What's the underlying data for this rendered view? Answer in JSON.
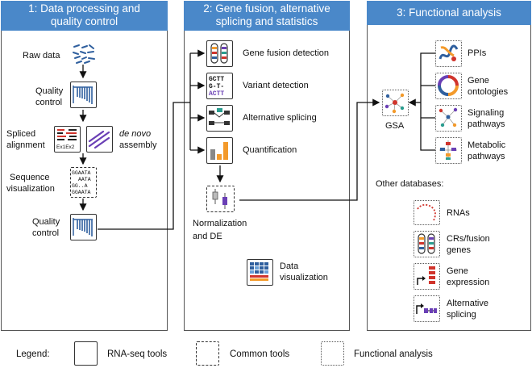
{
  "panels": {
    "p1": {
      "title_line1": "1: Data processing and",
      "title_line2": "quality control"
    },
    "p2": {
      "title_line1": "2: Gene fusion, alternative",
      "title_line2": "splicing and statistics"
    },
    "p3": {
      "title": "3: Functional analysis"
    }
  },
  "panel1": {
    "raw_data": "Raw data",
    "qc1_line1": "Quality",
    "qc1_line2": "control",
    "spliced_line1": "Spliced",
    "spliced_line2": "alignment",
    "denovo_line1": "de novo",
    "denovo_line2": "assembly",
    "seqvis_line1": "Sequence",
    "seqvis_line2": "visualization",
    "qc2_line1": "Quality",
    "qc2_line2": "control",
    "align_icon_text": "Ex1Ex2",
    "seq_icon_lines": [
      "GGAATA",
      "AATA",
      "GG..A",
      "GGAATA"
    ]
  },
  "panel2": {
    "gene_fusion": "Gene fusion detection",
    "variant": "Variant detection",
    "alt_splicing": "Alternative splicing",
    "quant": "Quantification",
    "norm_line1": "Normalization",
    "norm_line2": "and DE",
    "datavis_line1": "Data",
    "datavis_line2": "visualization",
    "variant_icon_lines": [
      "GCTT",
      "G-T-",
      "ACTT"
    ]
  },
  "panel3": {
    "gsa": "GSA",
    "ppis": "PPIs",
    "go_line1": "Gene",
    "go_line2": "ontologies",
    "sig_line1": "Signaling",
    "sig_line2": "pathways",
    "met_line1": "Metabolic",
    "met_line2": "pathways",
    "other_db": "Other databases:",
    "rnas": "RNAs",
    "crs_line1": "CRs/fusion",
    "crs_line2": "genes",
    "ge_line1": "Gene",
    "ge_line2": "expression",
    "as_line1": "Alternative",
    "as_line2": "splicing"
  },
  "legend": {
    "title": "Legend:",
    "rnaseq": "RNA-seq tools",
    "common": "Common tools",
    "functional": "Functional analysis"
  },
  "colors": {
    "header_blue": "#4a88c9",
    "icon_blue": "#2f5f9e",
    "orange": "#f39a2b",
    "purple": "#6a3fb5",
    "red": "#d0342c"
  }
}
